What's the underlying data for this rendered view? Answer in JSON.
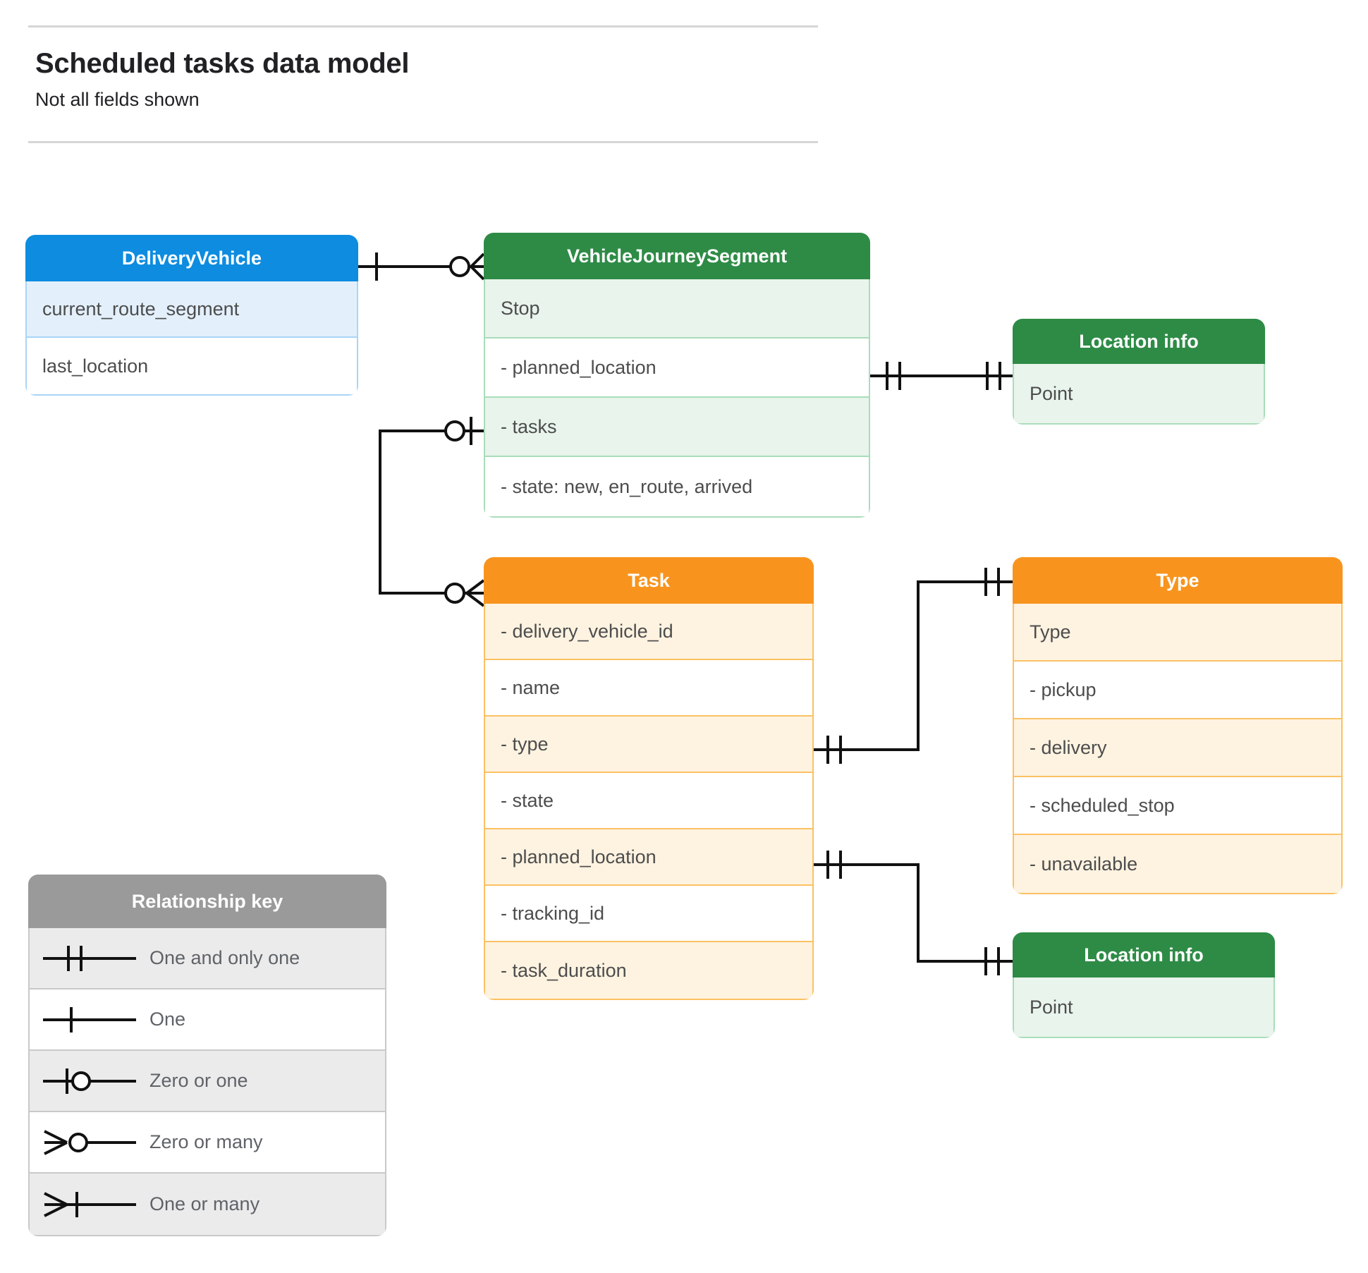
{
  "header": {
    "title": "Scheduled tasks data model",
    "subtitle": "Not all fields shown"
  },
  "entities": {
    "delivery_vehicle": {
      "title": "DeliveryVehicle",
      "color": "#0d8ce0",
      "rows": [
        "current_route_segment",
        "last_location"
      ]
    },
    "vehicle_journey_segment": {
      "title": "VehicleJourneySegment",
      "color": "#2e8b46",
      "rows": [
        "Stop",
        "-  planned_location",
        "- tasks",
        "- state: new, en_route, arrived"
      ]
    },
    "location_info_top": {
      "title": "Location info",
      "color": "#2e8b46",
      "rows": [
        "Point"
      ]
    },
    "location_info_bottom": {
      "title": "Location info",
      "color": "#2e8b46",
      "rows": [
        "Point"
      ]
    },
    "task": {
      "title": "Task",
      "color": "#f8941d",
      "rows": [
        "- delivery_vehicle_id",
        "- name",
        "- type",
        "- state",
        "- planned_location",
        "- tracking_id",
        "- task_duration"
      ]
    },
    "type": {
      "title": "Type",
      "color": "#f8941d",
      "rows": [
        "Type",
        "-   pickup",
        "-   delivery",
        "-   scheduled_stop",
        "-   unavailable"
      ]
    }
  },
  "legend": {
    "title": "Relationship key",
    "items": [
      {
        "symbol": "one-and-only-one",
        "label": "One and only one"
      },
      {
        "symbol": "one",
        "label": "One"
      },
      {
        "symbol": "zero-or-one",
        "label": "Zero or one"
      },
      {
        "symbol": "zero-or-many",
        "label": "Zero or many"
      },
      {
        "symbol": "one-or-many",
        "label": "One or many"
      }
    ]
  },
  "relationships": [
    {
      "from": "DeliveryVehicle",
      "to": "VehicleJourneySegment",
      "from_cardinality": "one",
      "to_cardinality": "zero-or-many"
    },
    {
      "from": "VehicleJourneySegment.- planned_location",
      "to": "Location info",
      "from_cardinality": "one-and-only-one",
      "to_cardinality": "one-and-only-one"
    },
    {
      "from": "VehicleJourneySegment.- tasks",
      "to": "Task",
      "from_cardinality": "zero-or-one",
      "to_cardinality": "zero-or-many"
    },
    {
      "from": "Task.- type",
      "to": "Type",
      "from_cardinality": "one-and-only-one",
      "to_cardinality": "one-and-only-one"
    },
    {
      "from": "Task.- planned_location",
      "to": "Location info",
      "from_cardinality": "one-and-only-one",
      "to_cardinality": "one-and-only-one"
    }
  ]
}
